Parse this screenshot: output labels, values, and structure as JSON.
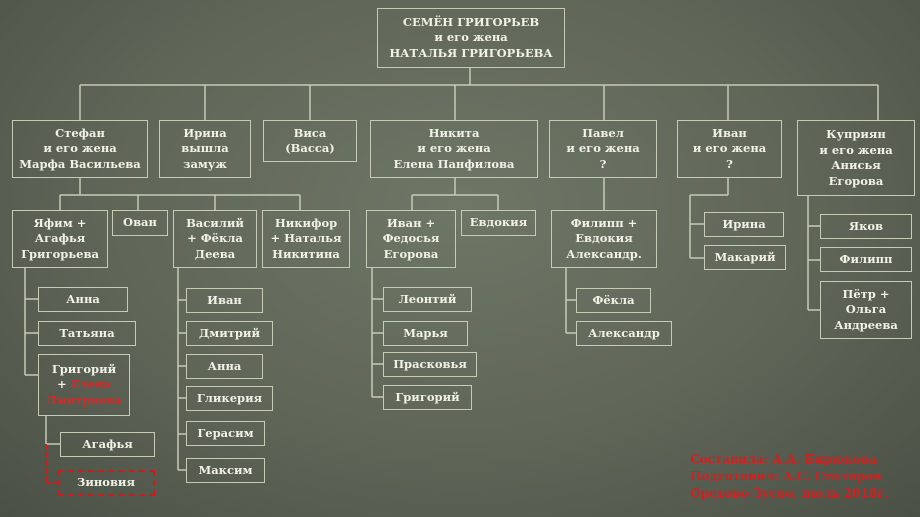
{
  "tree": {
    "root": {
      "line1": "СЕМЁН ГРИГОРЬЕВ",
      "line2": "и его жена",
      "line3": "НАТАЛЬЯ ГРИГОРЬЕВА"
    },
    "children": {
      "stefan": {
        "line1": "Стефан",
        "line2": "и его жена",
        "line3": "Марфа Васильева"
      },
      "irina": {
        "line1": "Ирина",
        "line2": "вышла",
        "line3": "замуж"
      },
      "visa": {
        "line1": "Виса",
        "line2": "(Васса)"
      },
      "nikita": {
        "line1": "Никита",
        "line2": "и его жена",
        "line3": "Елена Панфилова"
      },
      "pavel": {
        "line1": "Павел",
        "line2": "и его жена",
        "line3": "?"
      },
      "ivan": {
        "line1": "Иван",
        "line2": "и его жена",
        "line3": "?"
      },
      "kupriyan": {
        "line1": "Куприян",
        "line2": "и его жена",
        "line3": "Анисья",
        "line4": "Егорова"
      }
    },
    "stefan_children": {
      "yafim": {
        "line1": "Яфим +",
        "line2": "Агафья",
        "line3": "Григорьева"
      },
      "ovan": {
        "line1": "Ован"
      },
      "vasily": {
        "line1": "Василий",
        "line2": "+ Фёкла",
        "line3": "Деева"
      },
      "nikifor": {
        "line1": "Никифор",
        "line2": "+ Наталья",
        "line3": "Никитина"
      }
    },
    "yafim_children": {
      "anna": "Анна",
      "tatyana": "Татьяна",
      "grigory": {
        "line1": "Григорий",
        "line2_prefix": "+ ",
        "line2_red": "Елена",
        "line3_red": "Дмитриева"
      }
    },
    "grigory_children": {
      "agafya": "Агафья",
      "zinoviya": "Зиновия"
    },
    "vasily_children": [
      "Иван",
      "Дмитрий",
      "Анна",
      "Гликерия",
      "Герасим",
      "Максим"
    ],
    "nikita_children": {
      "ivan": {
        "line1": "Иван +",
        "line2": "Федосья",
        "line3": "Егорова"
      },
      "evdokiya": {
        "line1": "Евдокия"
      }
    },
    "ivan_nikita_children": [
      "Леонтий",
      "Марья",
      "Прасковья",
      "Григорий"
    ],
    "pavel_children": {
      "filipp": {
        "line1": "Филипп +",
        "line2": "Евдокия",
        "line3": "Александр."
      }
    },
    "filipp_children": [
      "Фёкла",
      "Александр"
    ],
    "ivan_children": [
      "Ирина",
      "Макарий"
    ],
    "kupriyan_children": {
      "yakov": "Яков",
      "filipp": "Филипп",
      "petr": {
        "line1": "Пётр +",
        "line2": "Ольга",
        "line3": "Андреева"
      }
    }
  },
  "credits": {
    "line1": "Составила: А.А. Бирюкова",
    "line2": "Подготовил: А.С. Столяров",
    "line3": "Орехово-Зуево, июль 2018г."
  },
  "colors": {
    "background": "#5f6658",
    "box_border": "#c6cbb6",
    "text": "#f1f1e8",
    "highlight": "#d12a2a"
  }
}
